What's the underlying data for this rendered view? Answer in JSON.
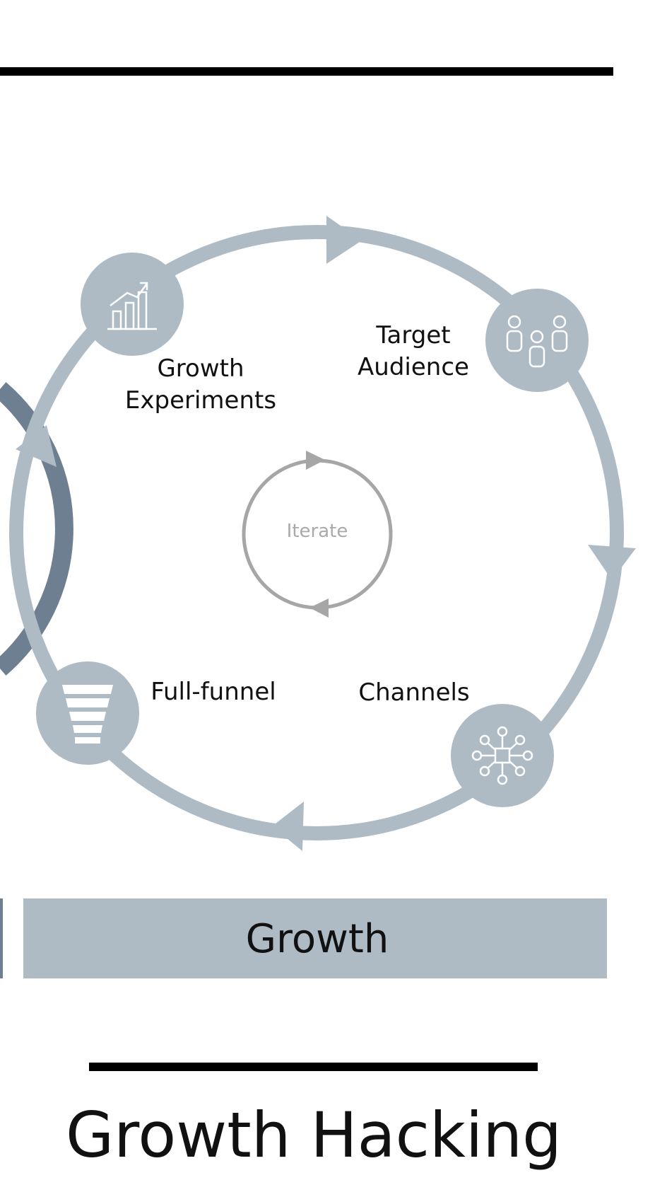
{
  "colors": {
    "ring": "#aebbc5",
    "ring_dark": "#6e7f91",
    "center_ring": "#a6a6a6",
    "icon_fill": "#ffffff",
    "text": "#111111",
    "center_text": "#aaaaaa",
    "rule": "#000000"
  },
  "cycle": {
    "center_label": "Iterate",
    "nodes": [
      {
        "icon": "bar-chart-growth-icon",
        "label_lines": [
          "Growth",
          "Experiments"
        ]
      },
      {
        "icon": "audience-people-icon",
        "label_lines": [
          "Target",
          "Audience"
        ]
      },
      {
        "icon": "network-hub-icon",
        "label_lines": [
          "Channels"
        ]
      },
      {
        "icon": "funnel-icon",
        "label_lines": [
          "Full-funnel"
        ]
      }
    ]
  },
  "bar": {
    "label": "Growth"
  },
  "title": "Growth Hacking"
}
